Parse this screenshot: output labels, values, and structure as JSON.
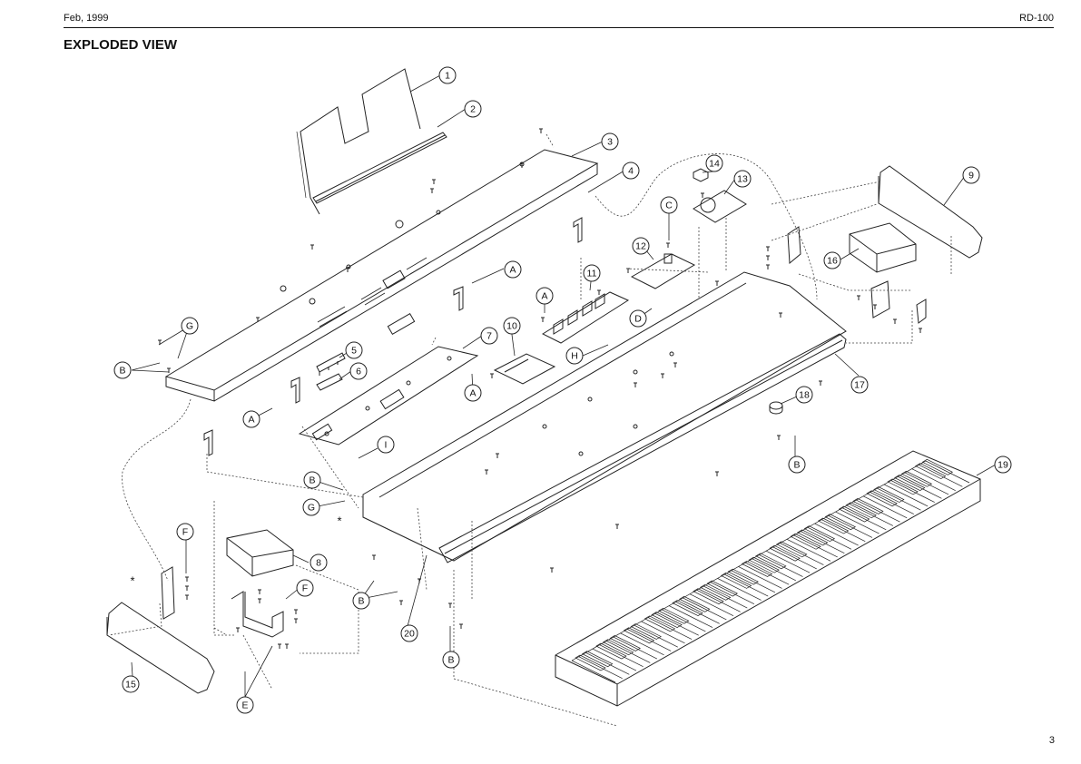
{
  "header": {
    "date": "Feb, 1999",
    "model": "RD-100"
  },
  "title": "EXPLODED VIEW",
  "page_number": "3",
  "parts": [
    "1",
    "2",
    "3",
    "4",
    "5",
    "6",
    "7",
    "8",
    "9",
    "10",
    "11",
    "12",
    "13",
    "14",
    "15",
    "16",
    "17",
    "18",
    "19",
    "20"
  ],
  "fastener_letters": [
    "A",
    "B",
    "C",
    "D",
    "E",
    "F",
    "G",
    "H",
    "I"
  ],
  "asterisk": "*",
  "colors": {
    "line": "#222222",
    "paper": "#ffffff"
  }
}
